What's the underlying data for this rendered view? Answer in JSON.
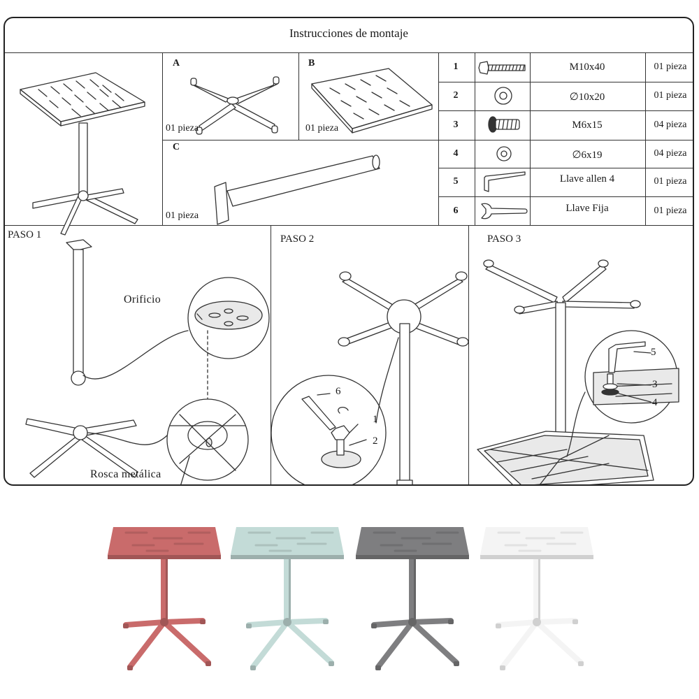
{
  "header": {
    "title": "Instrucciones de montaje"
  },
  "parts": {
    "A": {
      "label": "A",
      "qty": "01 pieza"
    },
    "B": {
      "label": "B",
      "qty": "01 pieza"
    },
    "C": {
      "label": "C",
      "qty": "01 pieza"
    }
  },
  "hardware": [
    {
      "num": "1",
      "icon": "bolt-icon",
      "desc": "M10x40",
      "qty": "01 pieza"
    },
    {
      "num": "2",
      "icon": "washer-icon",
      "desc": "∅10x20",
      "qty": "01 pieza"
    },
    {
      "num": "3",
      "icon": "screw-icon",
      "desc": "M6x15",
      "qty": "04 pieza"
    },
    {
      "num": "4",
      "icon": "washer-icon",
      "desc": "∅6x19",
      "qty": "04 pieza"
    },
    {
      "num": "5",
      "icon": "allen-key-icon",
      "desc": "Llave allen 4",
      "qty": "01 pieza"
    },
    {
      "num": "6",
      "icon": "wrench-icon",
      "desc": "Llave Fija",
      "qty": "01 pieza"
    }
  ],
  "steps": [
    {
      "label": "PASO 1",
      "notes": [
        "Orificio",
        "Rosca metálica"
      ]
    },
    {
      "label": "PASO 2",
      "callouts": [
        "6",
        "1",
        "2"
      ]
    },
    {
      "label": "PASO 3",
      "callouts": [
        "5",
        "3",
        "4"
      ]
    }
  ],
  "colors": {
    "variants": [
      "#c96b6b",
      "#c3dbd7",
      "#7e7e80",
      "#f4f4f4"
    ],
    "line": "#333333"
  }
}
